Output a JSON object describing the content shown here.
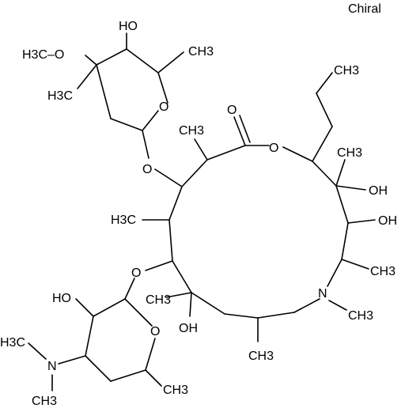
{
  "flag": "Chiral",
  "atom_labels": {
    "cladinose_oh": "HO",
    "cladinose_ome": "H3C–O",
    "cladinose_me_top": "CH3",
    "cladinose_me_left": "H3C",
    "ring_o1": "O",
    "glyco_o1": "O",
    "lactone_co": "O",
    "lactone_o": "O",
    "propyl_me": "CH3",
    "c2_me": "CH3",
    "c4_me": "H3C",
    "c12_me": "CH3",
    "c12_oh": "OH",
    "c11_oh": "OH",
    "c10_me": "CH3",
    "n_amine": "N",
    "n_me": "CH3",
    "glyco_o2": "O",
    "c6_me": "CH3",
    "c6_oh": "OH",
    "c8_me": "CH3",
    "desos_oh": "HO",
    "desos_ring_o": "O",
    "desos_nme2_me1": "H3C",
    "desos_nme2_n": "N",
    "desos_nme2_me2": "CH3",
    "desos_me": "CH3"
  }
}
